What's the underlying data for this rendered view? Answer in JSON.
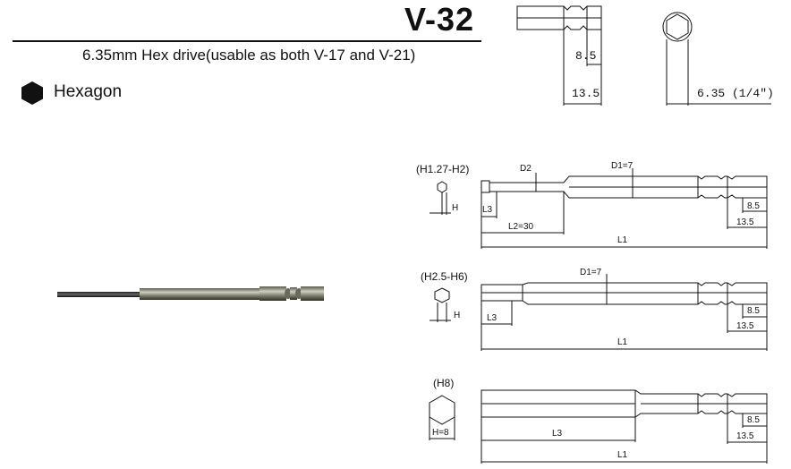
{
  "header": {
    "title": "V-32",
    "subtitle": "6.35mm Hex drive(usable as both V-17 and V-21)",
    "shape_label": "Hexagon"
  },
  "shank_diagram": {
    "dim_neck": "8.5",
    "dim_hex_length": "13.5",
    "dim_hex_size": "6.35 (1/4\")"
  },
  "variant_small": {
    "range": "(H1.27-H2)",
    "label_h": "H",
    "label_d2": "D2",
    "label_d1": "D1=7",
    "label_l3": "L3",
    "label_l2": "L2=30",
    "label_l1": "L1",
    "dim_neck": "8.5",
    "dim_hex": "13.5"
  },
  "variant_medium": {
    "range": "(H2.5-H6)",
    "label_h": "H",
    "label_d1": "D1=7",
    "label_l3": "L3",
    "label_l1": "L1",
    "dim_neck": "8.5",
    "dim_hex": "13.5"
  },
  "variant_large": {
    "range": "(H8)",
    "label_h": "H=8",
    "label_l3": "L3",
    "label_l1": "L1",
    "dim_neck": "8.5",
    "dim_hex": "13.5"
  },
  "colors": {
    "ink": "#111111",
    "bit_dark": "#3a3a30",
    "bit_mid": "#8a8a78",
    "bit_light": "#cfcfc2"
  }
}
